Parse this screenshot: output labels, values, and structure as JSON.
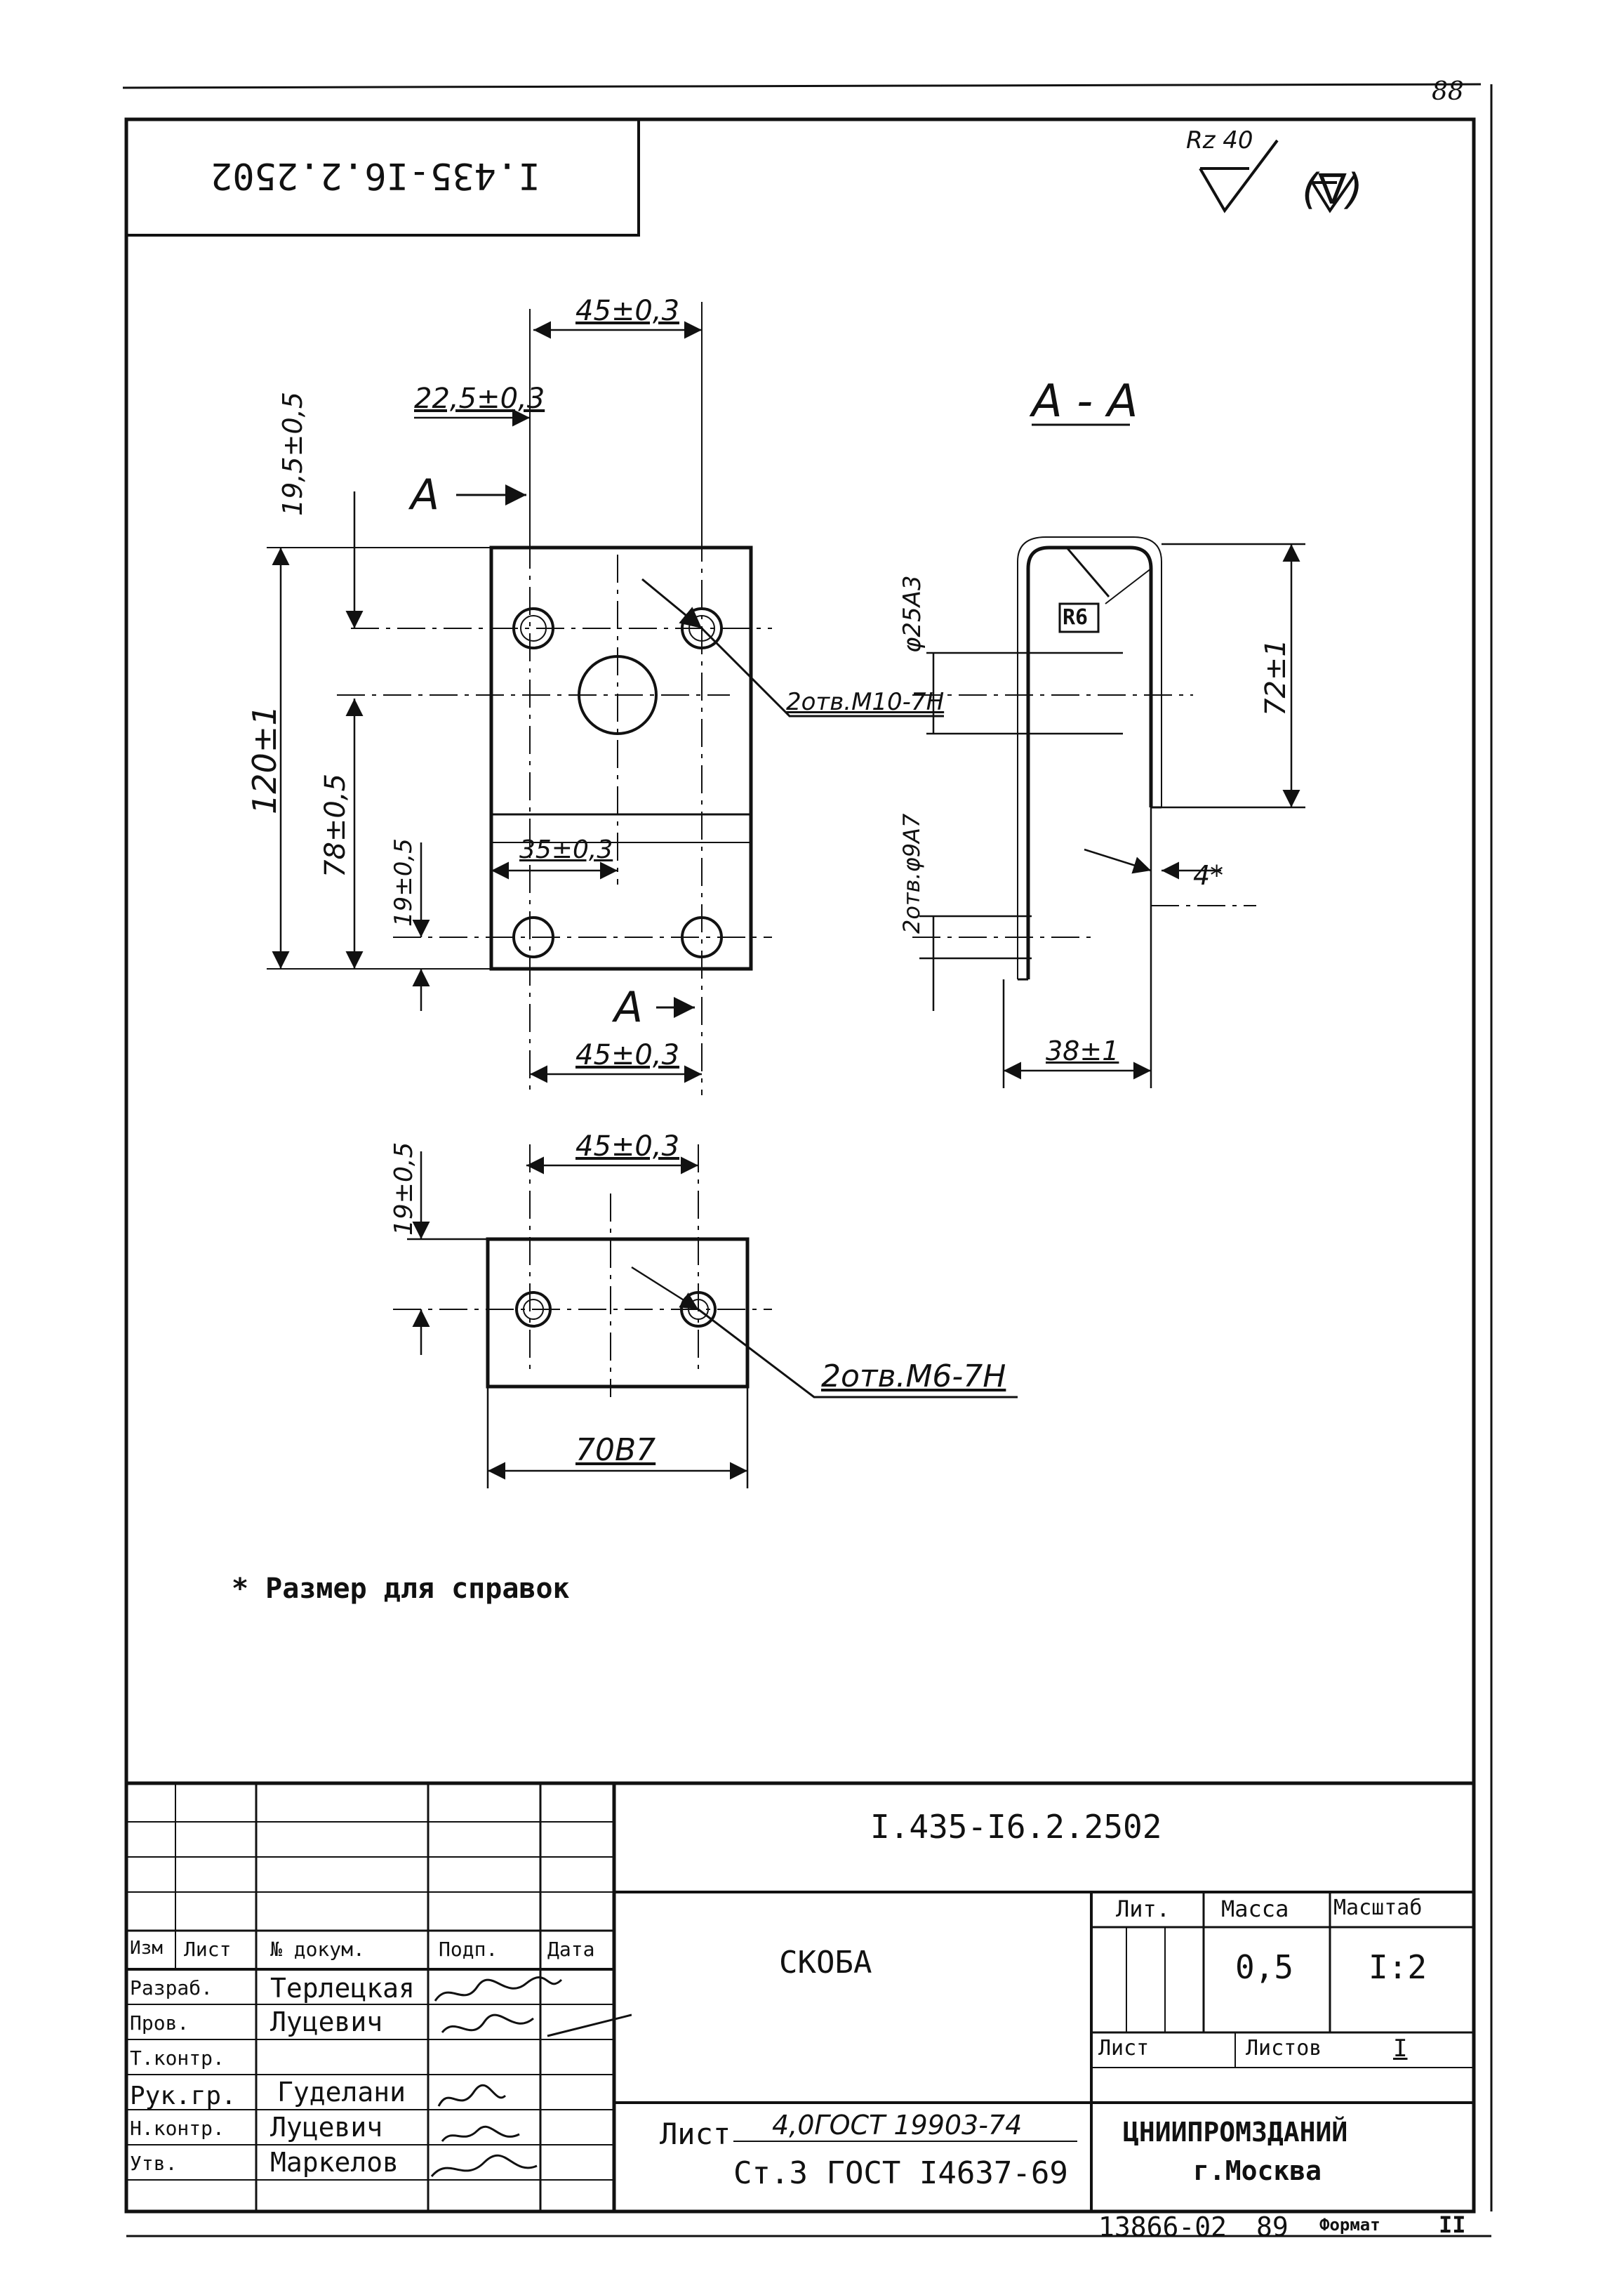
{
  "sheet_number": "88",
  "stamp_mirrored": "I.435-I6.2.2502",
  "roughness": {
    "symbol": "Rz 40",
    "note": "(∇)"
  },
  "plan_view": {
    "dims": {
      "d_45_top": "45±0,3",
      "d_225": "22,5±0,3",
      "d_195": "19,5±0,5",
      "d_120": "120±1",
      "d_78": "78±0,5",
      "d_35": "35±0,3",
      "d_19_small": "19±0,5",
      "d_45_bottom": "45±0,3"
    },
    "section_mark_top": "A",
    "section_mark_bottom": "A",
    "hole_callout": "2отв.М10-7Н"
  },
  "section_view": {
    "title": "A - A",
    "d_25": "φ25A3",
    "r6": "R6",
    "d_72": "72±1",
    "d_side": "2отв.φ9A7",
    "d_4": "4*",
    "d_38": "38±1"
  },
  "bottom_view": {
    "d_19": "19±0,5",
    "d_45": "45±0,3",
    "hole_callout": "2отв.М6-7Н",
    "d_70": "70В7"
  },
  "note": "* Размер для справок",
  "title_block": {
    "doc_code": "I.435-I6.2.2502",
    "part_name": "СКОБА",
    "header_lit": "Лит.",
    "header_mass": "Масса",
    "header_scale": "Масштаб",
    "mass": "0,5",
    "scale": "I:2",
    "sheet_label": "Лист",
    "sheets_label": "Листов",
    "sheets_count": "I",
    "material_label": "Лист",
    "material_line1": "4,0ГОСТ 19903-74",
    "material_line2": "Ст.3 ГОСТ I4637-69",
    "org_line1": "ЦНИИПРОМЗДАНИЙ",
    "org_line2": "г.Москва",
    "col_izm": "Изм",
    "col_list": "Лист",
    "col_doc": "№ докум.",
    "col_sign": "Подп.",
    "col_date": "Дата",
    "roles": [
      {
        "role": "Разраб.",
        "name": "Терлецкая"
      },
      {
        "role": "Пров.",
        "name": "Луцевич"
      },
      {
        "role": "Т.контр.",
        "name": ""
      },
      {
        "role": "Рук.гр.",
        "name": "Гуделани"
      },
      {
        "role": "Н.контр.",
        "name": "Луцевич"
      },
      {
        "role": "Утв.",
        "name": "Маркелов"
      }
    ],
    "archive_number": "13866-02",
    "archive_page": "89",
    "format_label": "Формат",
    "format_value": "II"
  }
}
